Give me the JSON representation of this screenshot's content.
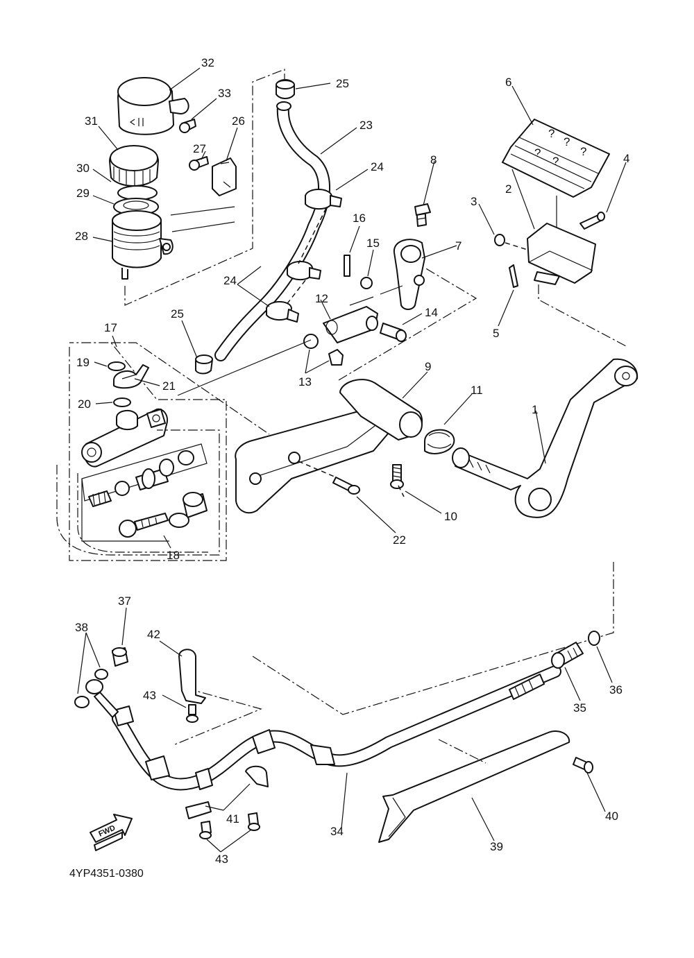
{
  "diagram": {
    "drawing_code": "4YP4351-0380",
    "forward_label": "FWD",
    "callouts": {
      "c1": "1",
      "c2": "2",
      "c3": "3",
      "c4": "4",
      "c5": "5",
      "c6": "6",
      "c7": "7",
      "c8": "8",
      "c9": "9",
      "c10": "10",
      "c11": "11",
      "c12": "12",
      "c13": "13",
      "c14": "14",
      "c15": "15",
      "c16": "16",
      "c17": "17",
      "c18": "18",
      "c19": "19",
      "c20": "20",
      "c21": "21",
      "c22": "22",
      "c23": "23",
      "c24a": "24",
      "c24b": "24",
      "c25a": "25",
      "c25b": "25",
      "c26": "26",
      "c27": "27",
      "c28": "28",
      "c29": "29",
      "c30": "30",
      "c31": "31",
      "c32": "32",
      "c33": "33",
      "c34": "34",
      "c35": "35",
      "c36": "36",
      "c37": "37",
      "c38": "38",
      "c39": "39",
      "c40": "40",
      "c41": "41",
      "c42": "42",
      "c43a": "43",
      "c43b": "43"
    }
  }
}
